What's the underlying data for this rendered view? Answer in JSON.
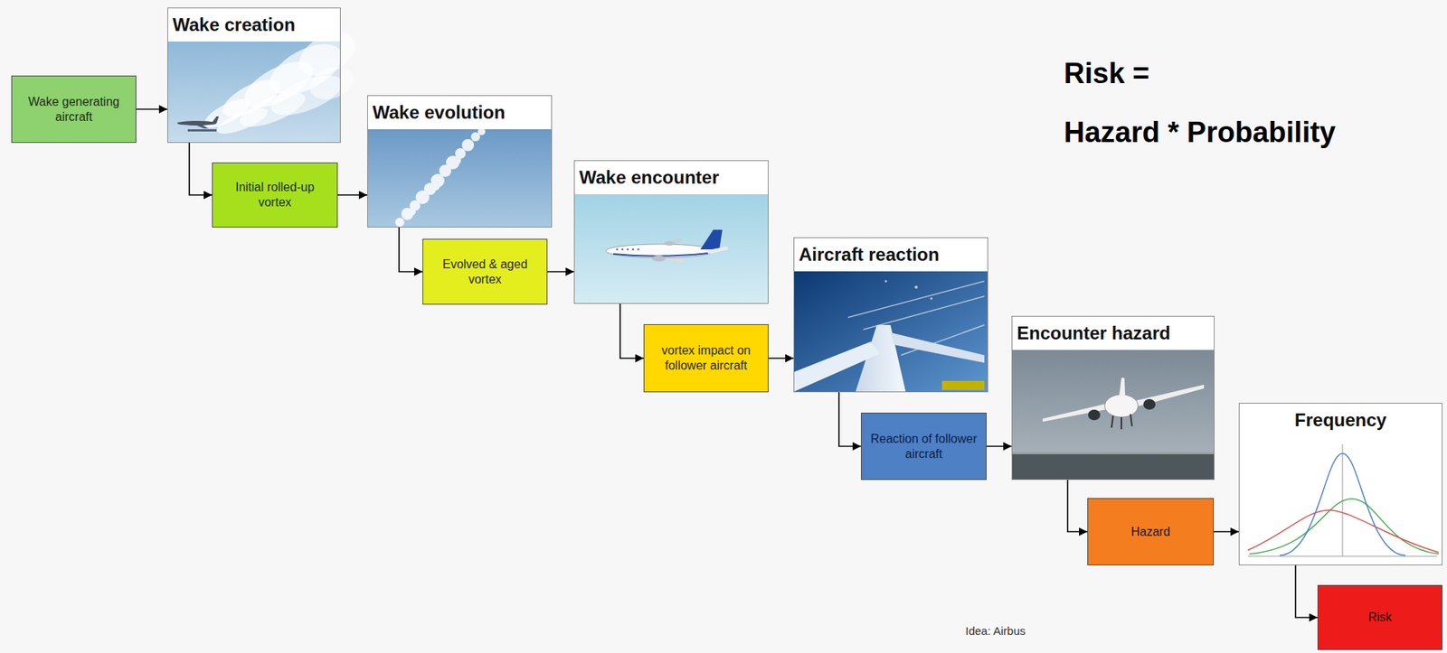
{
  "diagram": {
    "nodes": [
      {
        "text": [
          "Wake generating aircraft"
        ]
      },
      {
        "text": [
          "Wake creation"
        ]
      },
      {
        "text": [
          "Initial rolled-up vortex"
        ]
      },
      {
        "text": [
          "Wake evolution"
        ]
      },
      {
        "text": [
          "Evolved & aged vortex"
        ]
      },
      {
        "text": [
          "Wake encounter"
        ]
      },
      {
        "text": [
          "vortex impact on follower aircraft"
        ]
      },
      {
        "text": [
          "Aircraft reaction"
        ]
      },
      {
        "text": [
          "Reaction of follower aircraft"
        ]
      },
      {
        "text": [
          "Encounter hazard"
        ]
      },
      {
        "text": [
          "Hazard"
        ]
      },
      {
        "text": [
          "Frequency"
        ]
      },
      {
        "text": [
          "Risk"
        ]
      }
    ],
    "edges": [
      {
        "from": 0,
        "to": 1,
        "arrow": "to"
      },
      {
        "from": 1,
        "to": 2,
        "arrow": "to"
      },
      {
        "from": 2,
        "to": 3,
        "arrow": "to"
      },
      {
        "from": 3,
        "to": 4,
        "arrow": "to"
      },
      {
        "from": 4,
        "to": 5,
        "arrow": "to"
      },
      {
        "from": 5,
        "to": 6,
        "arrow": "to"
      },
      {
        "from": 6,
        "to": 7,
        "arrow": "to"
      },
      {
        "from": 7,
        "to": 8,
        "arrow": "to"
      },
      {
        "from": 8,
        "to": 9,
        "arrow": "to"
      },
      {
        "from": 9,
        "to": 10,
        "arrow": "to"
      },
      {
        "from": 10,
        "to": 11,
        "arrow": "to"
      },
      {
        "from": 11,
        "to": 12,
        "arrow": "to"
      }
    ],
    "labels": [
      "Risk =",
      "Hazard * Probability",
      "Idea: Airbus"
    ]
  }
}
